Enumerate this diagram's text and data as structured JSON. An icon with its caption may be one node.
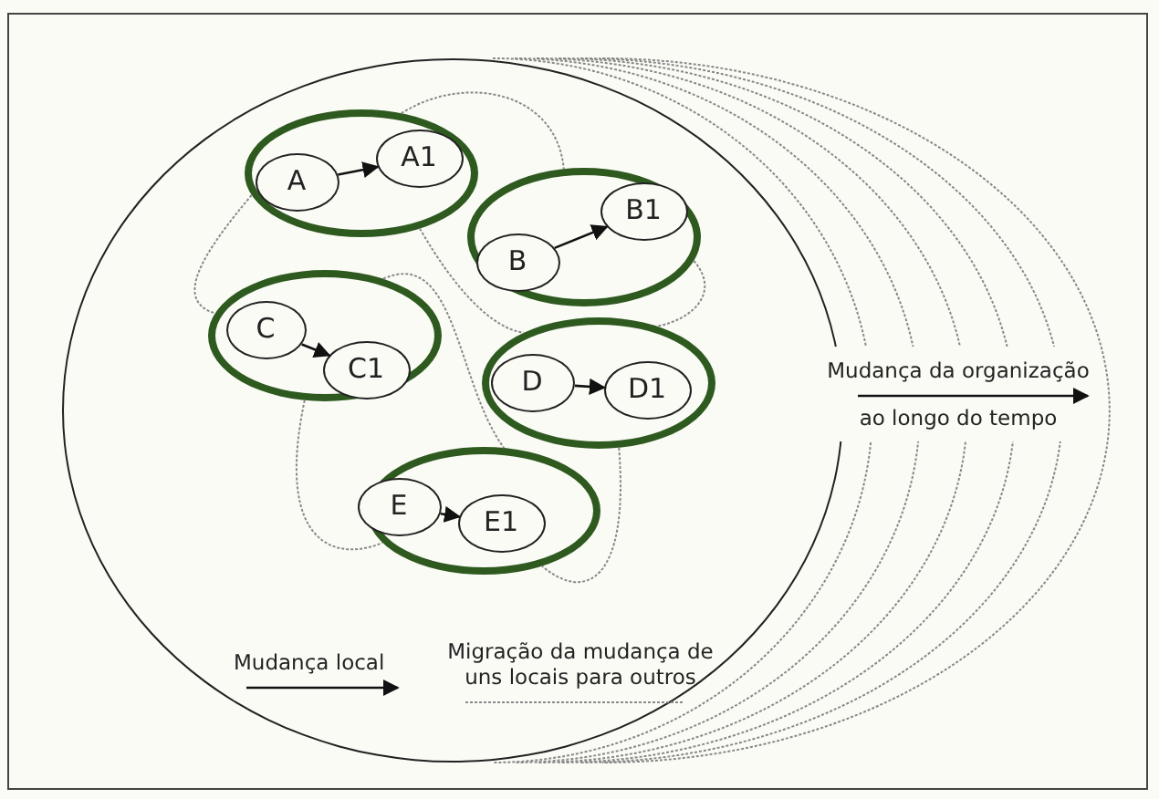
{
  "diagram": {
    "nodes": [
      {
        "text": [],
        "shape": "circle"
      },
      {
        "text": [],
        "shape": "circle",
        "in": 0
      },
      {
        "text": [
          "A"
        ],
        "in": 1
      },
      {
        "text": [
          "A1"
        ],
        "in": 1
      },
      {
        "text": [],
        "shape": "circle",
        "in": 0
      },
      {
        "text": [
          "B"
        ],
        "in": 4
      },
      {
        "text": [
          "B1"
        ],
        "in": 4
      },
      {
        "text": [],
        "shape": "circle",
        "in": 0
      },
      {
        "text": [
          "C"
        ],
        "in": 7
      },
      {
        "text": [
          "C1"
        ],
        "in": 7
      },
      {
        "text": [],
        "shape": "circle",
        "in": 0
      },
      {
        "text": [
          "D"
        ],
        "in": 10
      },
      {
        "text": [
          "D1"
        ],
        "in": 10
      },
      {
        "text": [],
        "shape": "circle",
        "in": 0
      },
      {
        "text": [
          "E"
        ],
        "in": 13
      },
      {
        "text": [
          "E1"
        ],
        "in": 13
      }
    ],
    "edges": [
      {
        "from": 2,
        "to": 3,
        "arrow": "to",
        "color": "#111111"
      },
      {
        "from": 5,
        "to": 6,
        "arrow": "to",
        "color": "#111111"
      },
      {
        "from": 8,
        "to": 9,
        "arrow": "to",
        "color": "#111111"
      },
      {
        "from": 11,
        "to": 12,
        "arrow": "to",
        "color": "#111111"
      },
      {
        "from": 14,
        "to": 15,
        "arrow": "to",
        "color": "#111111"
      },
      {
        "from": 1,
        "to": 4,
        "arrow": "none",
        "style": "dashed",
        "color": "#888888"
      },
      {
        "from": 1,
        "to": 7,
        "arrow": "none",
        "style": "dashed",
        "color": "#888888"
      },
      {
        "from": 1,
        "to": 10,
        "arrow": "none",
        "style": "dashed",
        "color": "#888888"
      },
      {
        "from": 7,
        "to": 13,
        "arrow": "none",
        "style": "dashed",
        "color": "#888888"
      },
      {
        "from": 7,
        "to": 13,
        "arrow": "none",
        "style": "dashed",
        "color": "#888888"
      },
      {
        "from": 4,
        "to": 10,
        "arrow": "none",
        "style": "dashed",
        "color": "#888888"
      },
      {
        "from": 10,
        "to": 13,
        "arrow": "none",
        "style": "dashed",
        "color": "#888888"
      }
    ],
    "labels": [
      "Mudança da organização ao longo do tempo"
    ],
    "legend": [
      {
        "text": "Mudança local"
      },
      {
        "text": "Migração da mudança de uns locais para outros"
      }
    ]
  }
}
